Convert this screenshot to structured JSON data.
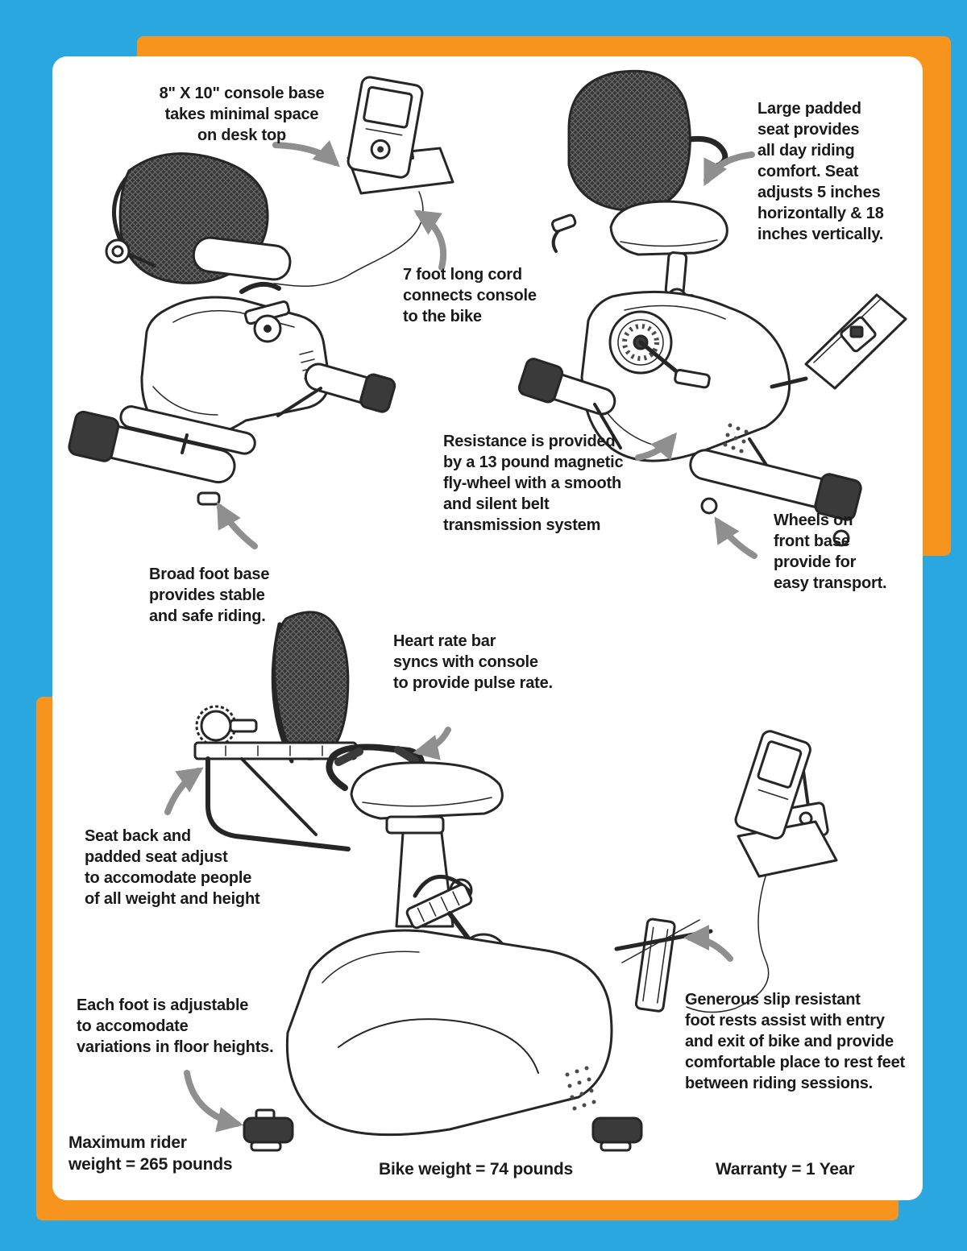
{
  "page": {
    "background_color": "#2BA7DF",
    "accent_color": "#F7941E",
    "panel_color": "#FFFFFF",
    "text_color": "#1A1A1A",
    "arrow_color": "#8F8F8F"
  },
  "callouts": {
    "console_base": "8\" X 10\" console base\ntakes minimal space\non desk top",
    "cord": "7 foot long cord\nconnects console\nto the bike",
    "padded_seat": "Large padded\nseat provides\nall day riding\ncomfort.  Seat\nadjusts 5 inches\nhorizontally & 18\ninches vertically.",
    "resistance": "Resistance is provided\nby a 13 pound magnetic\nfly-wheel with a smooth\nand silent belt\ntransmission system",
    "wheels": "Wheels on\nfront base\nprovide for\neasy transport.",
    "foot_base": "Broad foot base\nprovides stable\nand safe riding.",
    "heart_rate": "Heart rate bar\nsyncs with console\nto provide pulse rate.",
    "seat_adjust": "Seat back and\npadded seat adjust\nto accomodate people\nof all weight and height",
    "foot_adjustable": "Each foot is adjustable\nto accomodate\nvariations in floor heights.",
    "foot_rests": "Generous slip resistant\nfoot rests assist with entry\nand exit of bike and provide\ncomfortable place to rest feet\nbetween riding sessions."
  },
  "stats": {
    "max_rider_weight": "Maximum rider\nweight = 265 pounds",
    "bike_weight": "Bike weight = 74 pounds",
    "warranty": "Warranty  = 1 Year"
  }
}
